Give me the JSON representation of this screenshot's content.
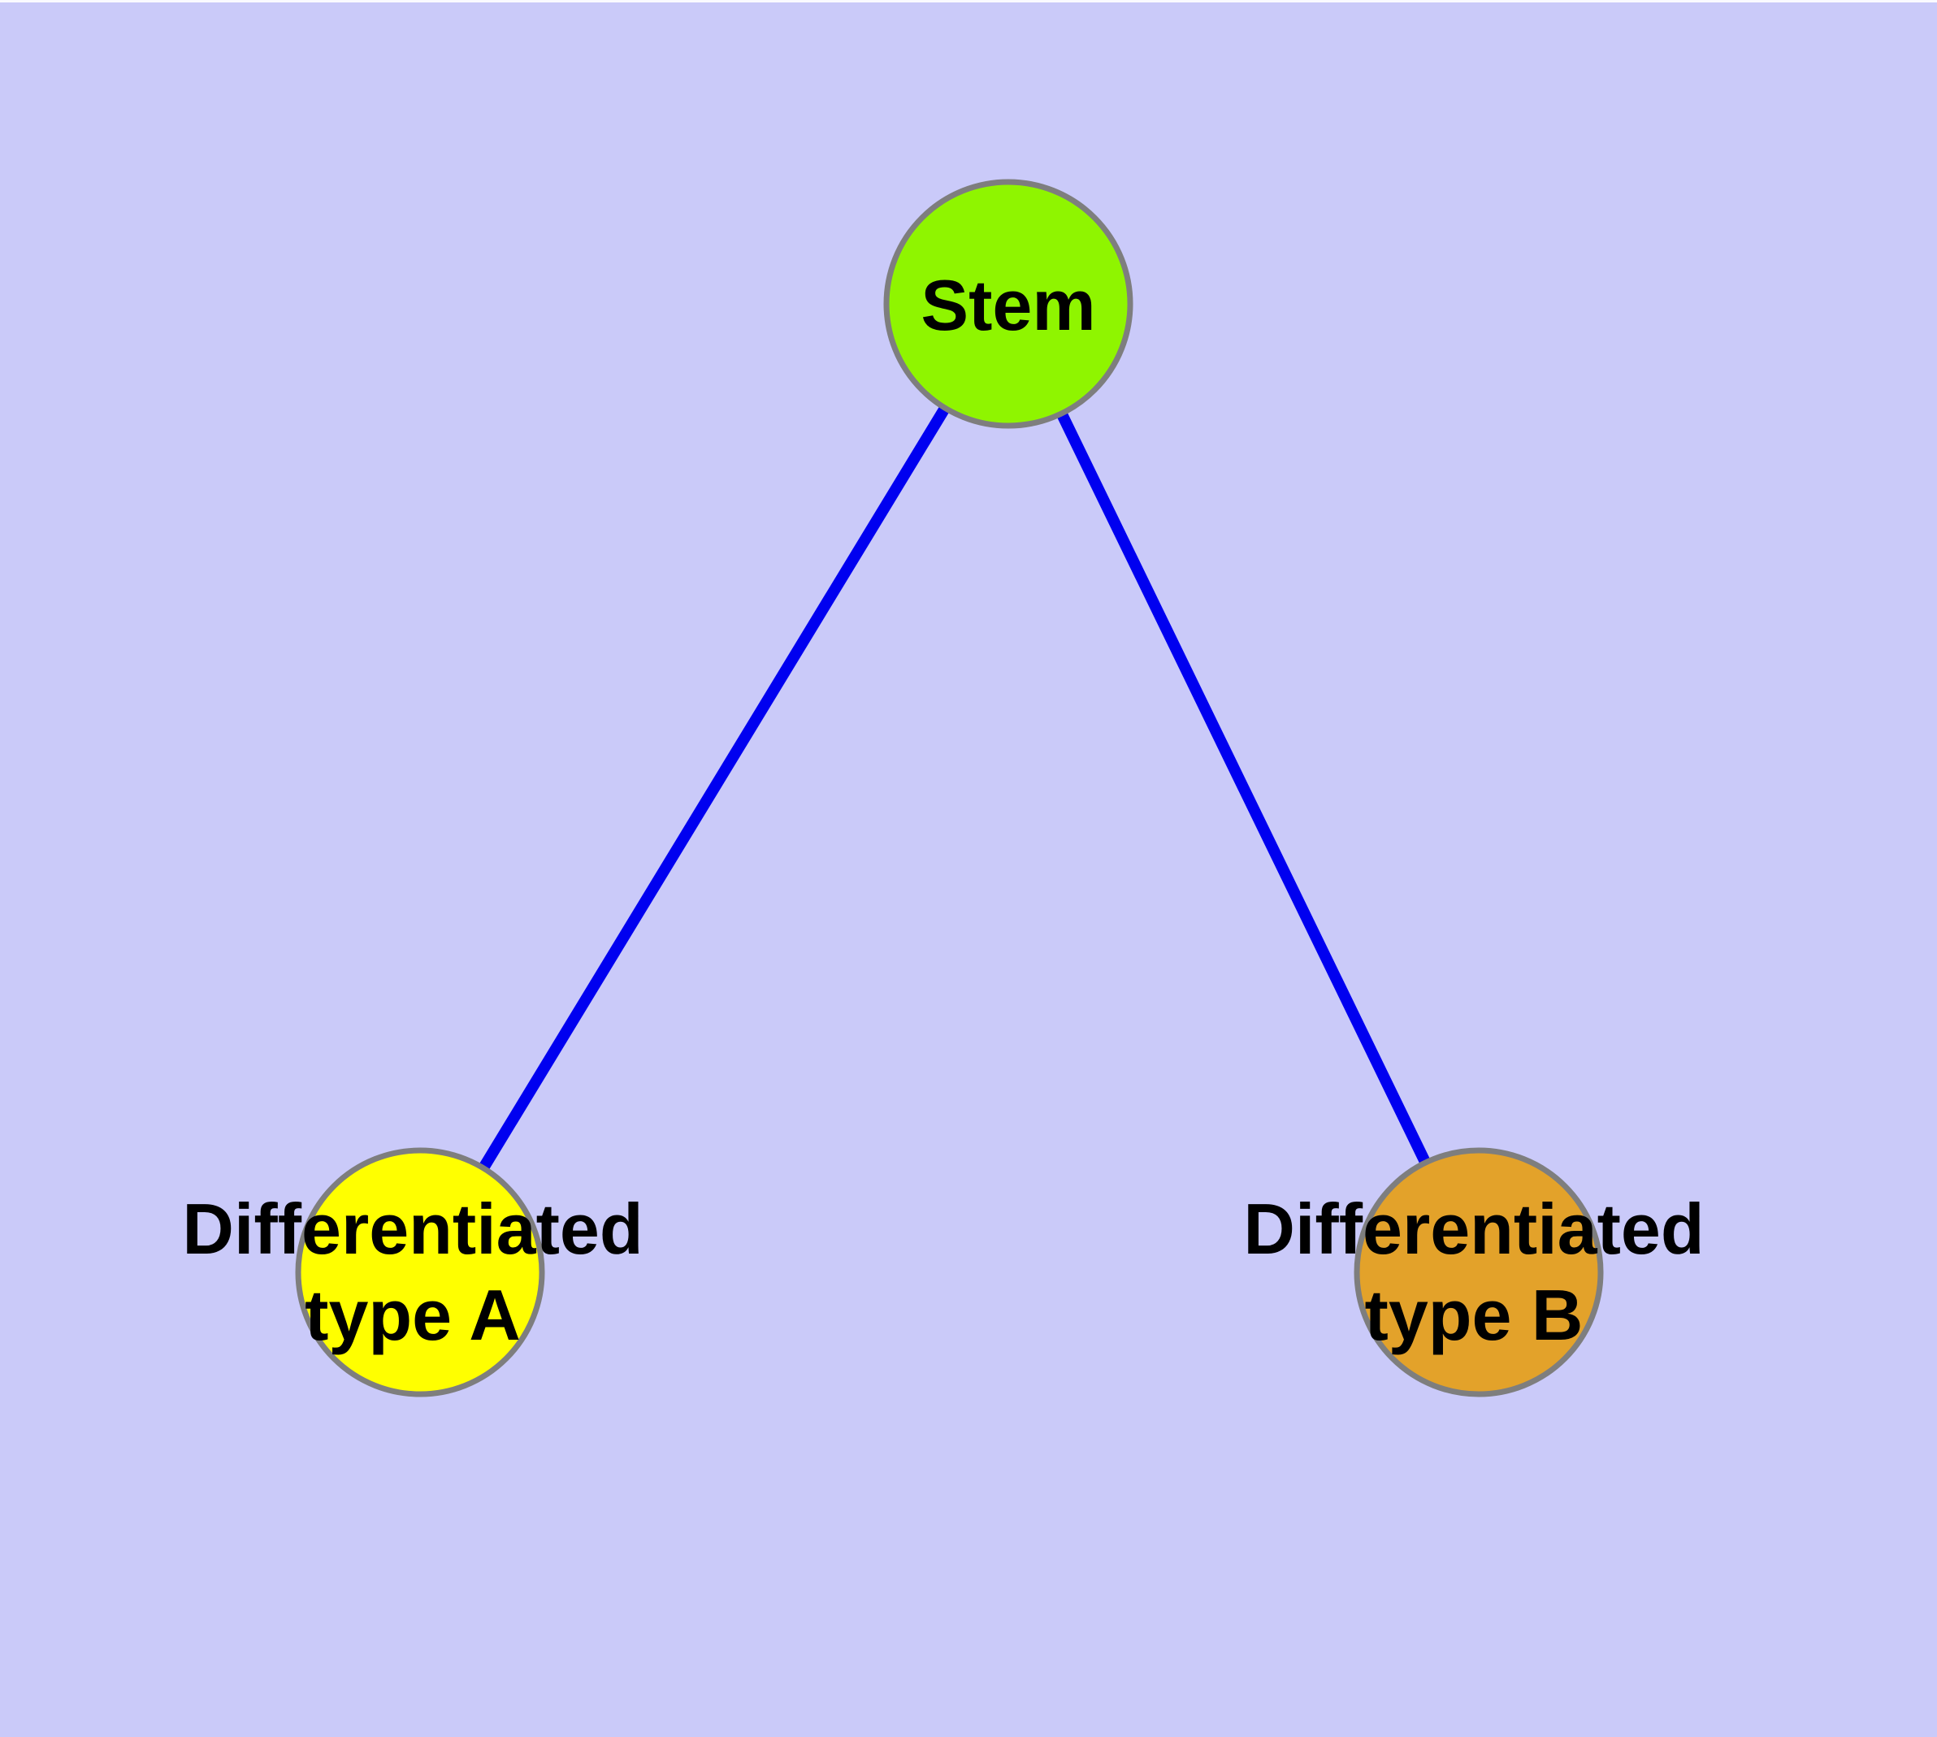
{
  "diagram": {
    "type": "node-link-graph",
    "description": "Cell differentiation hierarchy: a Stem node linked to two differentiated cell type nodes",
    "colors": {
      "background": "#CACAF9",
      "top_strip": "#FAFAFF",
      "edge": "#0000F0",
      "node_border": "#7E7E7E",
      "label": "#000000"
    },
    "nodes": [
      {
        "id": "stem",
        "label": "Stem",
        "fill": "#8FF500"
      },
      {
        "id": "differentiated-type-a",
        "label": "Differentiated\ntype A",
        "fill": "#FFFF00"
      },
      {
        "id": "differentiated-type-b",
        "label": "Differentiated\ntype B",
        "fill": "#E3A22A"
      }
    ],
    "edges": [
      {
        "from": "stem",
        "to": "differentiated-type-a"
      },
      {
        "from": "stem",
        "to": "differentiated-type-b"
      }
    ]
  }
}
